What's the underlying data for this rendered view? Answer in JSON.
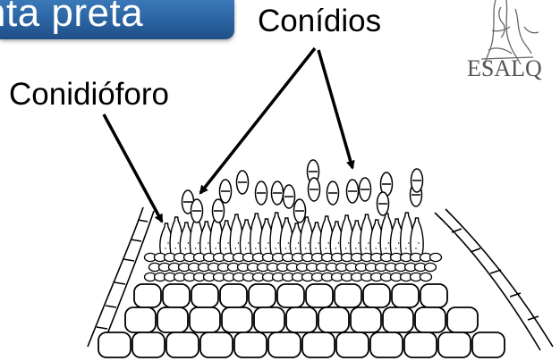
{
  "title": "nta preta",
  "labels": {
    "conidios": "Conídios",
    "conidioforo": "Conidióforo"
  },
  "logo": {
    "text": "ESALQ"
  },
  "colors": {
    "title_bg": "#2a62a0",
    "title_text": "#ffffff",
    "line": "#000000"
  }
}
